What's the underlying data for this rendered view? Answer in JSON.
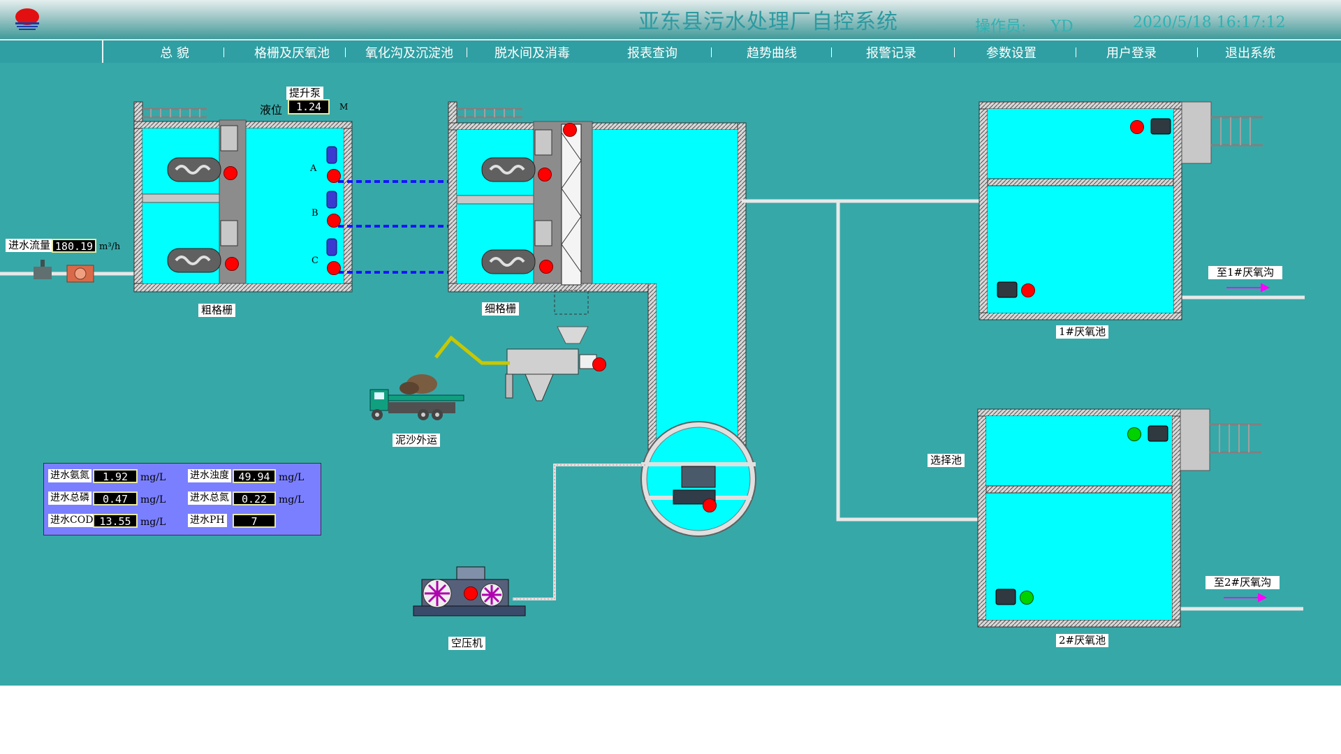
{
  "header": {
    "title": "亚东县污水处理厂自控系统",
    "operator_label": "操作员:",
    "operator_name": "YD",
    "datetime": "2020/5/18  16:17:12",
    "logo_icon": "company-logo-icon"
  },
  "nav": {
    "items": [
      "总 貌",
      "格栅及厌氧池",
      "氧化沟及沉淀池",
      "脱水间及消毒",
      "报表查询",
      "趋势曲线",
      "报警记录",
      "参数设置",
      "用户登录",
      "退出系统"
    ]
  },
  "labels": {
    "coarse_screen": "粗格栅",
    "fine_screen": "细格栅",
    "lift_pump": "提升泵",
    "level_label": "液位",
    "level_unit": "M",
    "pump_a": "A",
    "pump_b": "B",
    "pump_c": "C",
    "inflow_label": "进水流量",
    "inflow_unit": "m³/h",
    "sludge_out": "泥沙外运",
    "air_compressor": "空压机",
    "selection_tank": "选择池",
    "anaerobic_1": "1#厌氧池",
    "anaerobic_2": "2#厌氧池",
    "to_ditch_1": "至1#厌氧沟",
    "to_ditch_2": "至2#厌氧沟"
  },
  "values": {
    "level": "1.24",
    "inflow": "180.19"
  },
  "quality": [
    {
      "label": "进水氨氮",
      "value": "1.92",
      "unit": "mg/L"
    },
    {
      "label": "进水浊度",
      "value": "49.94",
      "unit": "mg/L"
    },
    {
      "label": "进水总磷",
      "value": "0.47",
      "unit": "mg/L"
    },
    {
      "label": "进水总氮",
      "value": "0.22",
      "unit": "mg/L"
    },
    {
      "label": "进水COD",
      "value": "13.55",
      "unit": "mg/L"
    },
    {
      "label": "进水PH",
      "value": "7",
      "unit": ""
    }
  ],
  "colors": {
    "background": "#37a8a8",
    "water": "#00ffff",
    "running": "#00d200",
    "stopped": "#ff0000",
    "panel": "#7a7fff",
    "arrow": "#ff00ff"
  }
}
